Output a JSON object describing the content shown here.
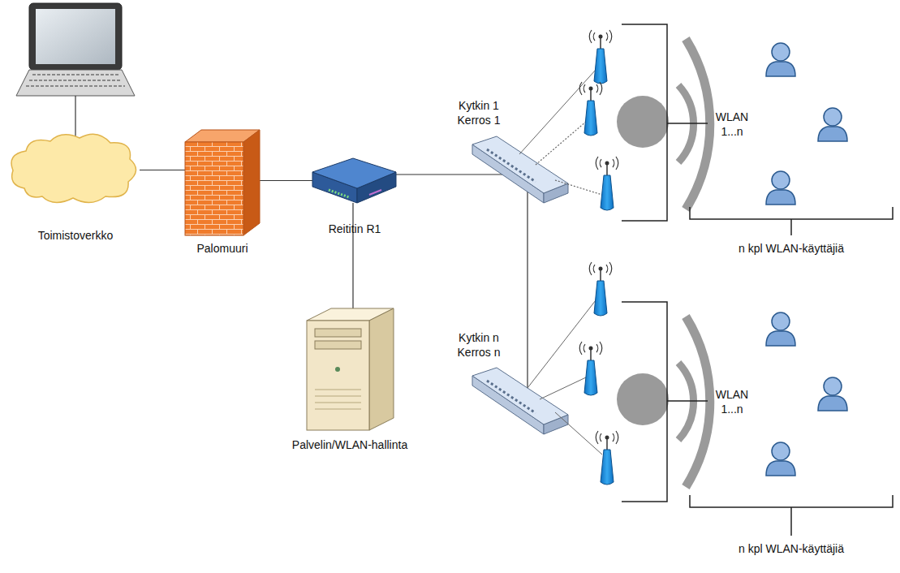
{
  "diagram": {
    "nodes": [
      {
        "text": [
          "Toimistoverkko"
        ]
      },
      {
        "text": [
          "Palomuuri"
        ]
      },
      {
        "text": [
          "Reititin R1"
        ]
      },
      {
        "text": [
          "Palvelin/WLAN-hallinta"
        ]
      },
      {
        "text": [
          "Kytkin 1 Kerros 1"
        ]
      },
      {
        "text": [
          "Kytkin n Kerros n"
        ]
      }
    ],
    "edges": [
      {
        "from": 0,
        "to": 1,
        "arrow": "none"
      },
      {
        "from": 1,
        "to": 2,
        "arrow": "none"
      },
      {
        "from": 2,
        "to": 3,
        "arrow": "none"
      },
      {
        "from": 2,
        "to": 4,
        "arrow": "none"
      },
      {
        "from": 4,
        "to": 5,
        "arrow": "none"
      }
    ],
    "labels": [
      "WLAN 1...n",
      "WLAN 1...n",
      "n kpl WLAN-käyttäjiä",
      "n kpl WLAN-käyttäjiä"
    ]
  }
}
